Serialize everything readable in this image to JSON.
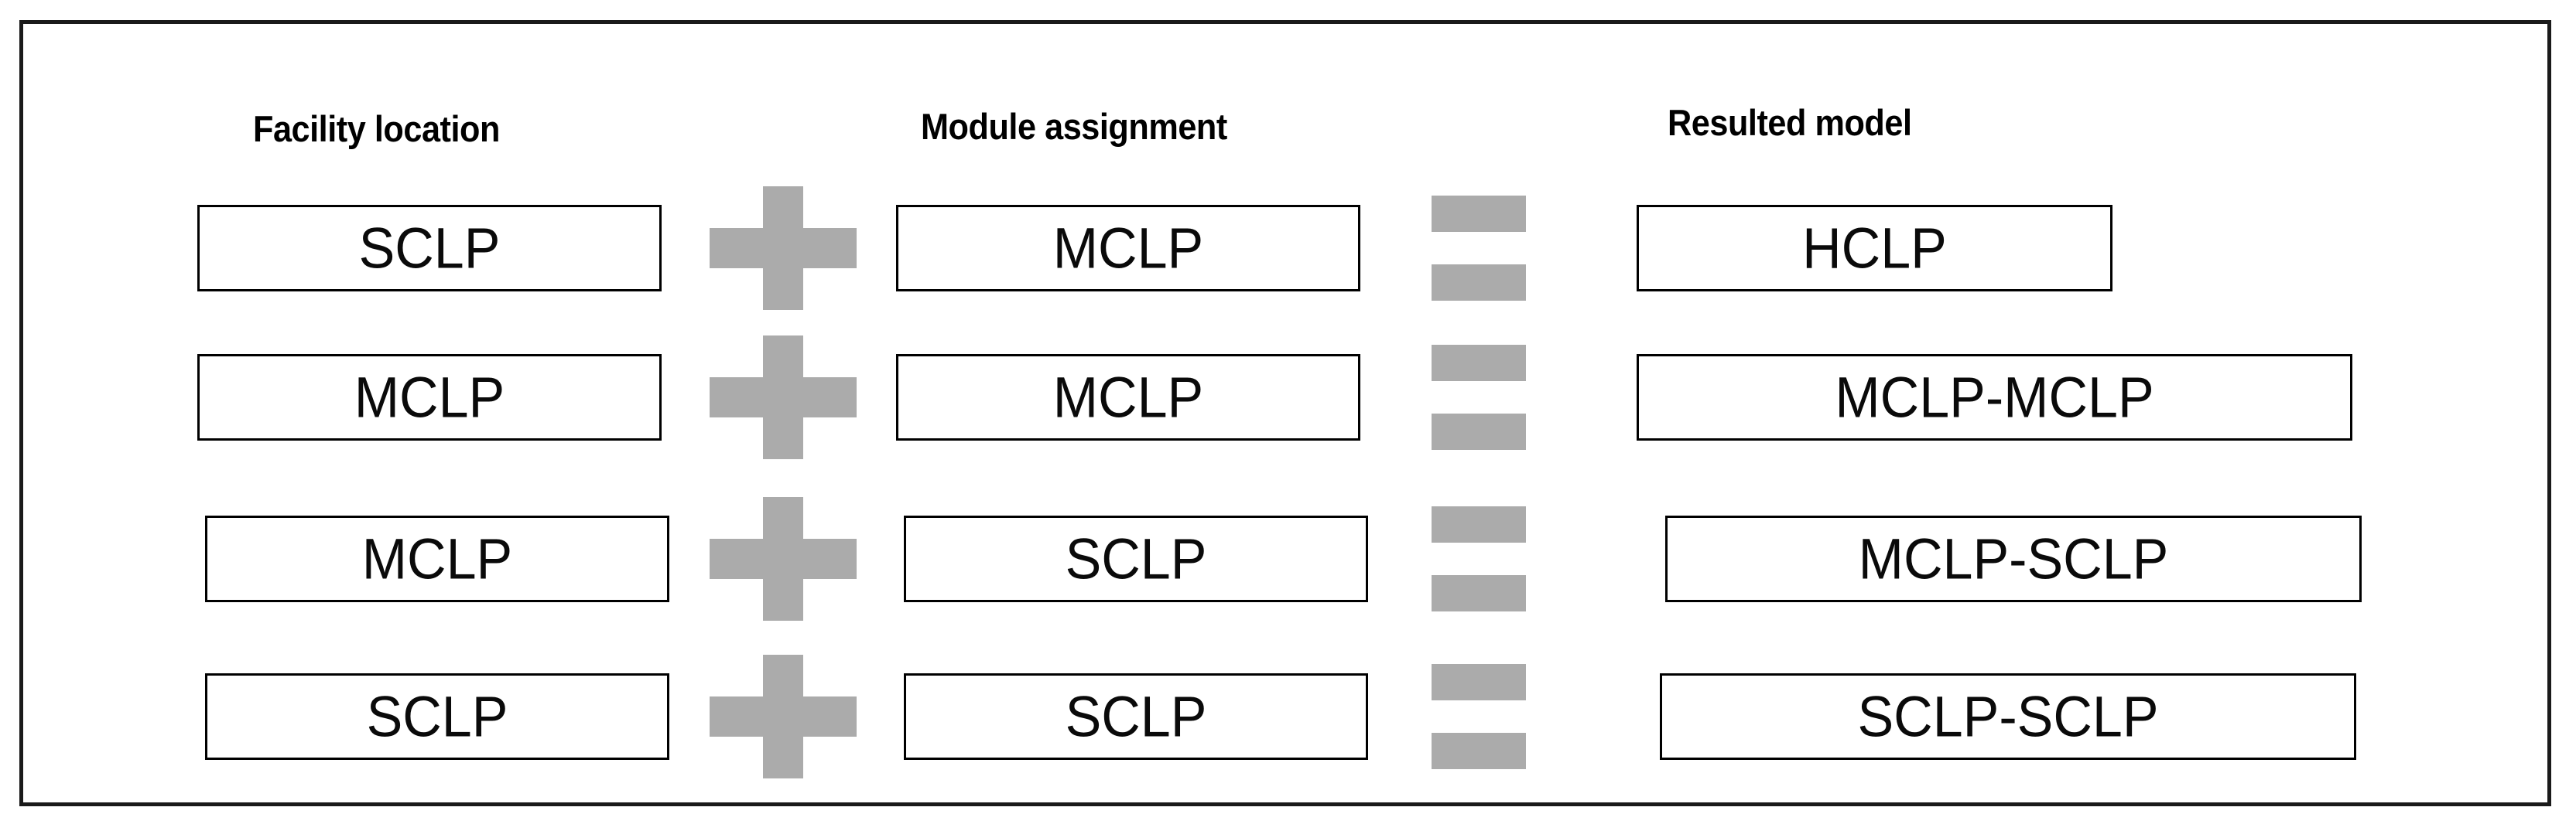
{
  "figure": {
    "headers": [
      {
        "id": "facility-location",
        "label": "Facility location"
      },
      {
        "id": "module-assignment",
        "label": "Module assignment"
      },
      {
        "id": "resulted-model",
        "label": "Resulted model"
      }
    ],
    "operators": {
      "plus": "+",
      "equals": "="
    },
    "rows": [
      {
        "facility_location": "SCLP",
        "operator_1": "+",
        "module_assignment": "MCLP",
        "operator_2": "=",
        "resulted_model": "HCLP"
      },
      {
        "facility_location": "MCLP",
        "operator_1": "+",
        "module_assignment": "MCLP",
        "operator_2": "=",
        "resulted_model": "MCLP-MCLP"
      },
      {
        "facility_location": "MCLP",
        "operator_1": "+",
        "module_assignment": "SCLP",
        "operator_2": "=",
        "resulted_model": "MCLP-SCLP"
      },
      {
        "facility_location": "SCLP",
        "operator_1": "+",
        "module_assignment": "SCLP",
        "operator_2": "=",
        "resulted_model": "SCLP-SCLP"
      }
    ],
    "colors": {
      "frame_border": "#1a1a1a",
      "box_border": "#000000",
      "box_fill": "#ffffff",
      "operator_gray": "#ababab",
      "text": "#000000",
      "background": "#ffffff"
    }
  }
}
